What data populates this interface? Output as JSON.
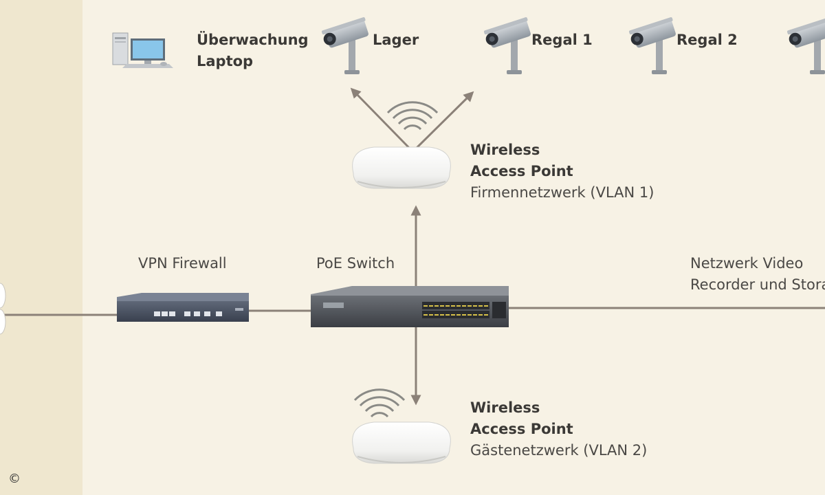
{
  "cameras": [
    {
      "label": "Lager"
    },
    {
      "label": "Regal 1"
    },
    {
      "label": "Regal 2"
    },
    {
      "label": ""
    }
  ],
  "monitoring": {
    "line1": "Überwachung",
    "line2": "Laptop"
  },
  "access_point_top": {
    "title1": "Wireless",
    "title2": "Access Point",
    "subtitle": "Firmennetzwerk (VLAN 1)"
  },
  "access_point_bottom": {
    "title1": "Wireless",
    "title2": "Access Point",
    "subtitle": "Gästenetzwerk (VLAN 2)"
  },
  "vpn_firewall": {
    "label": "VPN Firewall"
  },
  "poe_switch": {
    "label": "PoE Switch"
  },
  "nvr": {
    "line1": "Netzwerk Video",
    "line2": "Recorder und Storage"
  },
  "copyright": "©",
  "colors": {
    "background": "#f7f2e5",
    "left_panel": "#efe7cf",
    "connector": "#8b8178",
    "wifi": "#8a8a86"
  }
}
